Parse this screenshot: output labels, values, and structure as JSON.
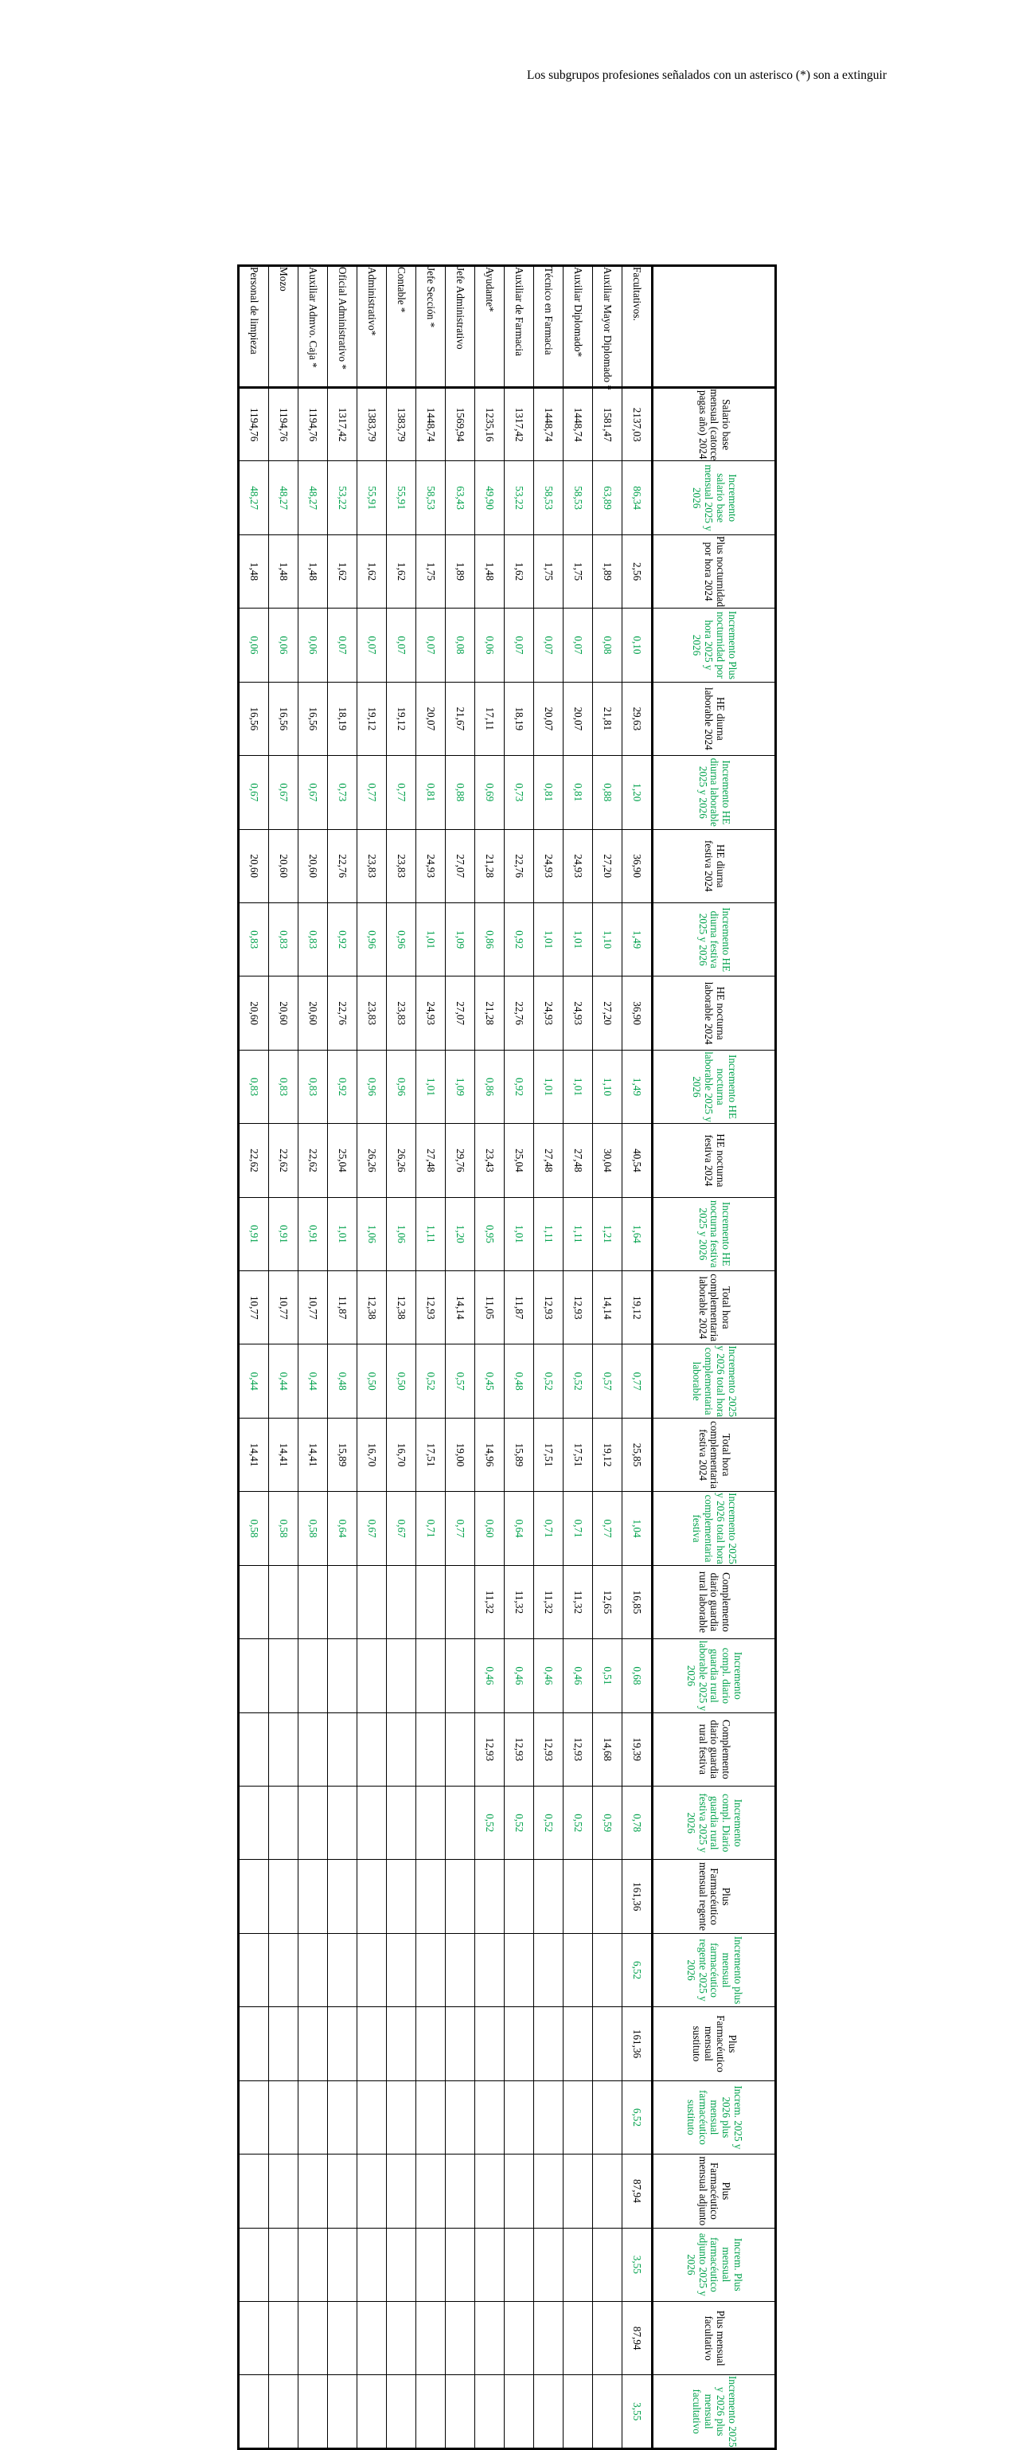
{
  "document": {
    "footnote": "Los subgrupos profesiones señalados con un asterisco (*) son a extinguir",
    "green_accent": "#00a14b",
    "text_color": "#000000"
  },
  "table": {
    "corner_label": "",
    "row_label_header": "",
    "columns": [
      {
        "label": "Salario base mensual (catorce pagas año) 2024",
        "color": "black"
      },
      {
        "label": "Incremento salario base mensual 2025 y 2026",
        "color": "green"
      },
      {
        "label": "Plus nocturnidad por hora 2024",
        "color": "black"
      },
      {
        "label": "Incremento Plus nocturnidad por hora 2025 y 2026",
        "color": "green"
      },
      {
        "label": "HE diurna laborable 2024",
        "color": "black"
      },
      {
        "label": "Incremento HE diurna laborable 2025 y 2026",
        "color": "green"
      },
      {
        "label": "HE diurna festiva 2024",
        "color": "black"
      },
      {
        "label": "Incremento HE diurna festiva 2025 y 2026",
        "color": "green"
      },
      {
        "label": "HE nocturna laborable 2024",
        "color": "black"
      },
      {
        "label": "Incremento HE nocturna laborable 2025 y 2026",
        "color": "green"
      },
      {
        "label": "HE nocturna festiva 2024",
        "color": "black"
      },
      {
        "label": "Incremento HE nocturna festiva 2025 y 2026",
        "color": "green"
      },
      {
        "label": "Total hora complementaria laborable 2024",
        "color": "black"
      },
      {
        "label": "Incremento 2025 y 2026 total hora complementaria laborable",
        "color": "green"
      },
      {
        "label": "Total hora complementaria festiva 2024",
        "color": "black"
      },
      {
        "label": "Incremento 2025 y 2026 total hora complementaria festiva",
        "color": "green"
      },
      {
        "label": "Complemento diario guardia rural laborable",
        "color": "black"
      },
      {
        "label": "Incremento compl. diario guardia rural laborable 2025 y 2026",
        "color": "green"
      },
      {
        "label": "Complemento diario guardia rural festiva",
        "color": "black"
      },
      {
        "label": "Incremento compl. Diario guardia rural festiva 2025 y 2026",
        "color": "green"
      },
      {
        "label": "Plus Farmacéutico mensual regente",
        "color": "black"
      },
      {
        "label": "Incremento plus mensual farmacéutico regente 2025 y 2026",
        "color": "green"
      },
      {
        "label": "Plus Farmacéutico mensual sustituto",
        "color": "black"
      },
      {
        "label": "Increm. 2025 y 2026 plus mensual farmacéutico sustituto",
        "color": "green"
      },
      {
        "label": "Plus Farmacéutico mensual adjunto",
        "color": "black"
      },
      {
        "label": "Increm. Plus mensual farmacéutico adjunto 2025 y 2026",
        "color": "green"
      },
      {
        "label": "Plus mensual facultativo",
        "color": "black"
      },
      {
        "label": "Incremento 2025 y 2026 plus mensual facultativo",
        "color": "green"
      }
    ],
    "rows": [
      {
        "label": "Facultativos.",
        "values": [
          "2137,03",
          "86,34",
          "2,56",
          "0,10",
          "29,63",
          "1,20",
          "36,90",
          "1,49",
          "36,90",
          "1,49",
          "40,54",
          "1,64",
          "19,12",
          "0,77",
          "25,85",
          "1,04",
          "16,85",
          "0,68",
          "19,39",
          "0,78",
          "161,36",
          "6,52",
          "161,36",
          "6,52",
          "87,94",
          "3,55",
          "87,94",
          "3,55"
        ]
      },
      {
        "label": "Auxiliar Mayor Diplomado *",
        "values": [
          "1581,47",
          "63,89",
          "1,89",
          "0,08",
          "21,81",
          "0,88",
          "27,20",
          "1,10",
          "27,20",
          "1,10",
          "30,04",
          "1,21",
          "14,14",
          "0,57",
          "19,12",
          "0,77",
          "12,65",
          "0,51",
          "14,68",
          "0,59",
          "",
          "",
          "",
          "",
          "",
          "",
          "",
          ""
        ]
      },
      {
        "label": "Auxiliar  Diplomado*",
        "values": [
          "1448,74",
          "58,53",
          "1,75",
          "0,07",
          "20,07",
          "0,81",
          "24,93",
          "1,01",
          "24,93",
          "1,01",
          "27,48",
          "1,11",
          "12,93",
          "0,52",
          "17,51",
          "0,71",
          "11,32",
          "0,46",
          "12,93",
          "0,52",
          "",
          "",
          "",
          "",
          "",
          "",
          "",
          ""
        ]
      },
      {
        "label": "Técnico en Farmacia",
        "values": [
          "1448,74",
          "58,53",
          "1,75",
          "0,07",
          "20,07",
          "0,81",
          "24,93",
          "1,01",
          "24,93",
          "1,01",
          "27,48",
          "1,11",
          "12,93",
          "0,52",
          "17,51",
          "0,71",
          "11,32",
          "0,46",
          "12,93",
          "0,52",
          "",
          "",
          "",
          "",
          "",
          "",
          "",
          ""
        ]
      },
      {
        "label": "Auxiliar de Farmacia",
        "values": [
          "1317,42",
          "53,22",
          "1,62",
          "0,07",
          "18,19",
          "0,73",
          "22,76",
          "0,92",
          "22,76",
          "0,92",
          "25,04",
          "1,01",
          "11,87",
          "0,48",
          "15,89",
          "0,64",
          "11,32",
          "0,46",
          "12,93",
          "0,52",
          "",
          "",
          "",
          "",
          "",
          "",
          "",
          ""
        ]
      },
      {
        "label": "Ayudante*",
        "values": [
          "1235,16",
          "49,90",
          "1,48",
          "0,06",
          "17,11",
          "0,69",
          "21,28",
          "0,86",
          "21,28",
          "0,86",
          "23,43",
          "0,95",
          "11,05",
          "0,45",
          "14,96",
          "0,60",
          "11,32",
          "0,46",
          "12,93",
          "0,52",
          "",
          "",
          "",
          "",
          "",
          "",
          "",
          ""
        ]
      },
      {
        "label": "Jefe Administrativo",
        "values": [
          "1569,94",
          "63,43",
          "1,89",
          "0,08",
          "21,67",
          "0,88",
          "27,07",
          "1,09",
          "27,07",
          "1,09",
          "29,76",
          "1,20",
          "14,14",
          "0,57",
          "19,00",
          "0,77",
          "",
          "",
          "",
          "",
          "",
          "",
          "",
          "",
          "",
          "",
          "",
          ""
        ]
      },
      {
        "label": "Jefe Sección *",
        "values": [
          "1448,74",
          "58,53",
          "1,75",
          "0,07",
          "20,07",
          "0,81",
          "24,93",
          "1,01",
          "24,93",
          "1,01",
          "27,48",
          "1,11",
          "12,93",
          "0,52",
          "17,51",
          "0,71",
          "",
          "",
          "",
          "",
          "",
          "",
          "",
          "",
          "",
          "",
          "",
          ""
        ]
      },
      {
        "label": "Contable *",
        "values": [
          "1383,79",
          "55,91",
          "1,62",
          "0,07",
          "19,12",
          "0,77",
          "23,83",
          "0,96",
          "23,83",
          "0,96",
          "26,26",
          "1,06",
          "12,38",
          "0,50",
          "16,70",
          "0,67",
          "",
          "",
          "",
          "",
          "",
          "",
          "",
          "",
          "",
          "",
          "",
          ""
        ]
      },
      {
        "label": "Administrativo*",
        "values": [
          "1383,79",
          "55,91",
          "1,62",
          "0,07",
          "19,12",
          "0,77",
          "23,83",
          "0,96",
          "23,83",
          "0,96",
          "26,26",
          "1,06",
          "12,38",
          "0,50",
          "16,70",
          "0,67",
          "",
          "",
          "",
          "",
          "",
          "",
          "",
          "",
          "",
          "",
          "",
          ""
        ]
      },
      {
        "label": "Oficial Administrativo *",
        "values": [
          "1317,42",
          "53,22",
          "1,62",
          "0,07",
          "18,19",
          "0,73",
          "22,76",
          "0,92",
          "22,76",
          "0,92",
          "25,04",
          "1,01",
          "11,87",
          "0,48",
          "15,89",
          "0,64",
          "",
          "",
          "",
          "",
          "",
          "",
          "",
          "",
          "",
          "",
          "",
          ""
        ]
      },
      {
        "label": "Auxiliar Admvo. Caja *",
        "values": [
          "1194,76",
          "48,27",
          "1,48",
          "0,06",
          "16,56",
          "0,67",
          "20,60",
          "0,83",
          "20,60",
          "0,83",
          "22,62",
          "0,91",
          "10,77",
          "0,44",
          "14,41",
          "0,58",
          "",
          "",
          "",
          "",
          "",
          "",
          "",
          "",
          "",
          "",
          "",
          ""
        ]
      },
      {
        "label": "Mozo",
        "values": [
          "1194,76",
          "48,27",
          "1,48",
          "0,06",
          "16,56",
          "0,67",
          "20,60",
          "0,83",
          "20,60",
          "0,83",
          "22,62",
          "0,91",
          "10,77",
          "0,44",
          "14,41",
          "0,58",
          "",
          "",
          "",
          "",
          "",
          "",
          "",
          "",
          "",
          "",
          "",
          ""
        ]
      },
      {
        "label": "Personal de limpieza",
        "values": [
          "1194,76",
          "48,27",
          "1,48",
          "0,06",
          "16,56",
          "0,67",
          "20,60",
          "0,83",
          "20,60",
          "0,83",
          "22,62",
          "0,91",
          "10,77",
          "0,44",
          "14,41",
          "0,58",
          "",
          "",
          "",
          "",
          "",
          "",
          "",
          "",
          "",
          "",
          "",
          ""
        ]
      }
    ]
  }
}
